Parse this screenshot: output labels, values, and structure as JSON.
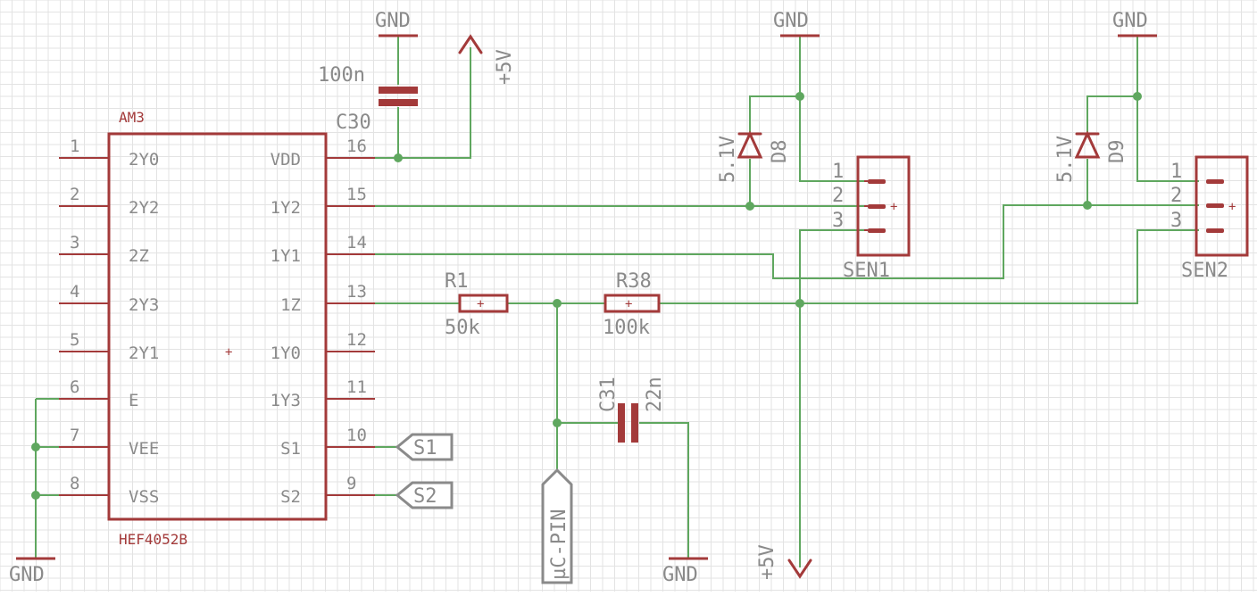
{
  "chip": {
    "name": "AM3",
    "value": "HEF4052B",
    "pins_left": [
      {
        "num": "1",
        "name": "2Y0"
      },
      {
        "num": "2",
        "name": "2Y2"
      },
      {
        "num": "3",
        "name": "2Z"
      },
      {
        "num": "4",
        "name": "2Y3"
      },
      {
        "num": "5",
        "name": "2Y1"
      },
      {
        "num": "6",
        "name": "E"
      },
      {
        "num": "7",
        "name": "VEE"
      },
      {
        "num": "8",
        "name": "VSS"
      }
    ],
    "pins_right": [
      {
        "num": "16",
        "name": "VDD"
      },
      {
        "num": "15",
        "name": "1Y2"
      },
      {
        "num": "14",
        "name": "1Y1"
      },
      {
        "num": "13",
        "name": "1Z"
      },
      {
        "num": "12",
        "name": "1Y0"
      },
      {
        "num": "11",
        "name": "1Y3"
      },
      {
        "num": "10",
        "name": "S1"
      },
      {
        "num": "9",
        "name": "S2"
      }
    ]
  },
  "components": {
    "c30": {
      "name": "C30",
      "value": "100n"
    },
    "c31": {
      "name": "C31",
      "value": "22n"
    },
    "r1": {
      "name": "R1",
      "value": "50k"
    },
    "r38": {
      "name": "R38",
      "value": "100k"
    },
    "d8": {
      "name": "D8",
      "value": "5.1V"
    },
    "d9": {
      "name": "D9",
      "value": "5.1V"
    },
    "sen1": {
      "name": "SEN1",
      "pins": [
        "1",
        "2",
        "3"
      ]
    },
    "sen2": {
      "name": "SEN2",
      "pins": [
        "1",
        "2",
        "3"
      ]
    }
  },
  "supplies": {
    "gnd": "GND",
    "vcc": "+5V"
  },
  "ports": {
    "s1": "S1",
    "s2": "S2",
    "uc_pin": "µC-PIN"
  },
  "colors": {
    "symbol": "#a33a3a",
    "wire": "#5fa75f",
    "text": "#8a8a8a",
    "grid": "#e3e3e3",
    "background": "#ffffff"
  }
}
